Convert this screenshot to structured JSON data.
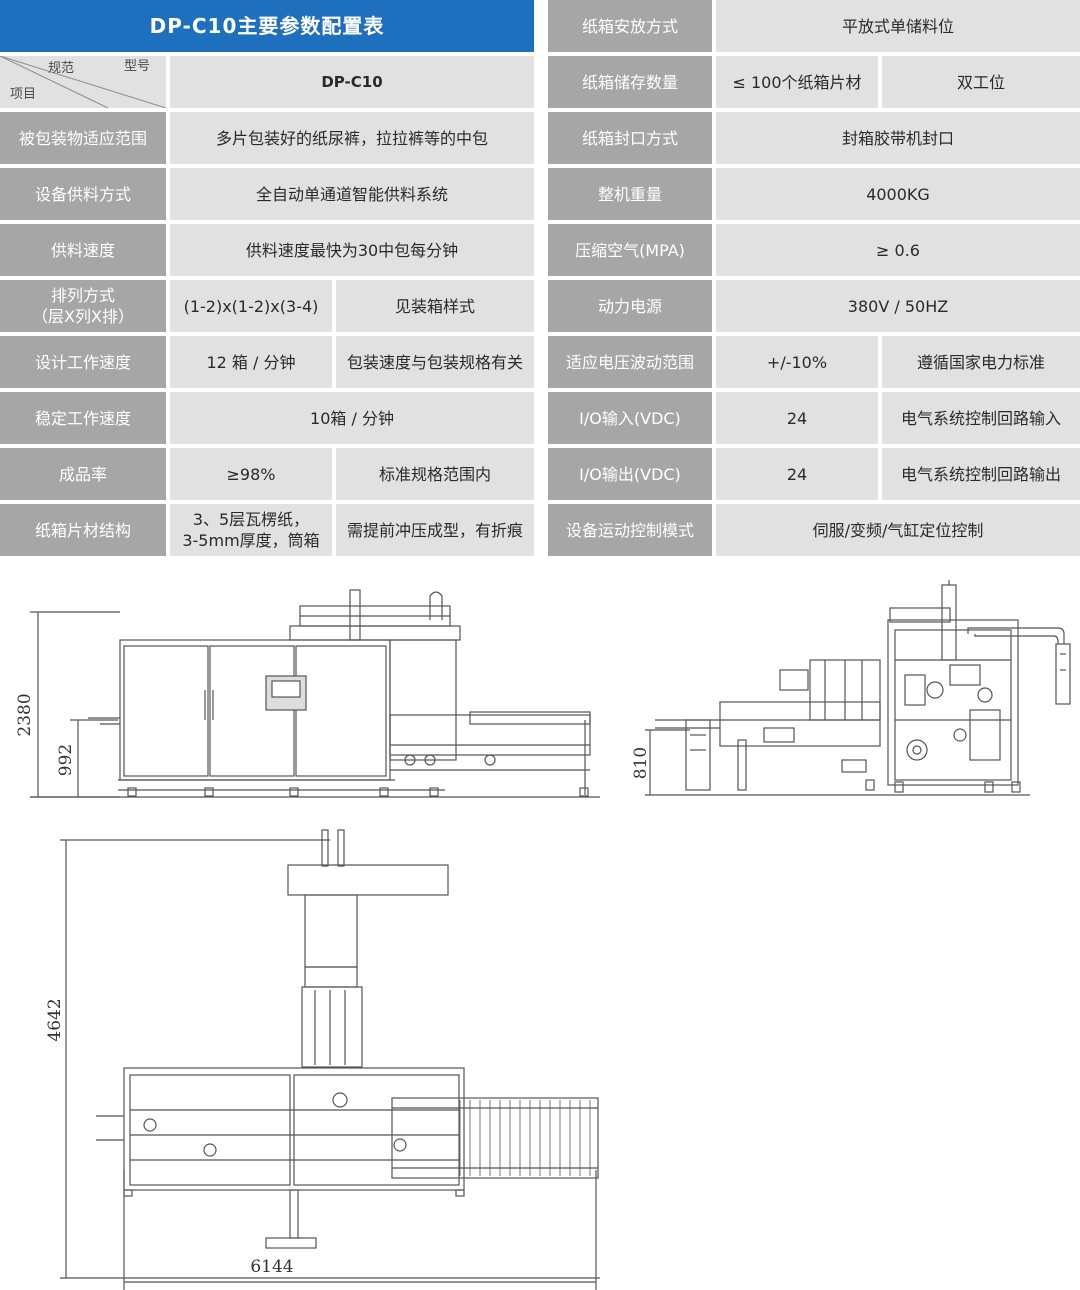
{
  "table": {
    "title": "DP-C10主要参数配置表",
    "corner": {
      "spec": "规范",
      "model": "型号",
      "item": "项目"
    },
    "model": "DP-C10",
    "left": [
      {
        "label": "被包装物适应范围",
        "values": [
          "多片包装好的纸尿裤，拉拉裤等的中包"
        ]
      },
      {
        "label": "设备供料方式",
        "values": [
          "全自动单通道智能供料系统"
        ]
      },
      {
        "label": "供料速度",
        "values": [
          "供料速度最快为30中包每分钟"
        ]
      },
      {
        "label": "排列方式\n（层X列X排）",
        "values": [
          "(1-2)x(1-2)x(3-4)",
          "见装箱样式"
        ]
      },
      {
        "label": "设计工作速度",
        "values": [
          "12 箱 / 分钟",
          "包装速度与包装规格有关"
        ]
      },
      {
        "label": "稳定工作速度",
        "values": [
          "10箱 / 分钟"
        ]
      },
      {
        "label": "成品率",
        "values": [
          "≥98%",
          "标准规格范围内"
        ]
      },
      {
        "label": "纸箱片材结构",
        "values": [
          "3、5层瓦楞纸，\n3-5mm厚度，筒箱",
          "需提前冲压成型，有折痕"
        ]
      }
    ],
    "right": [
      {
        "label": "纸箱安放方式",
        "values": [
          "平放式单储料位"
        ]
      },
      {
        "label": "纸箱储存数量",
        "values": [
          "≤ 100个纸箱片材",
          "双工位"
        ]
      },
      {
        "label": "纸箱封口方式",
        "values": [
          "封箱胶带机封口"
        ]
      },
      {
        "label": "整机重量",
        "values": [
          "4000KG"
        ]
      },
      {
        "label": "压缩空气(MPA)",
        "values": [
          "≥ 0.6"
        ]
      },
      {
        "label": "动力电源",
        "values": [
          "380V / 50HZ"
        ]
      },
      {
        "label": "适应电压波动范围",
        "values": [
          "+/-10%",
          "遵循国家电力标准"
        ]
      },
      {
        "label": "I/O输入(VDC)",
        "values": [
          "24",
          "电气系统控制回路输入"
        ]
      },
      {
        "label": "I/O输出(VDC)",
        "values": [
          "24",
          "电气系统控制回路输出"
        ]
      },
      {
        "label": "设备运动控制模式",
        "values": [
          "伺服/变频/气缸定位控制"
        ]
      }
    ]
  },
  "dimensions": {
    "front_height": "2380",
    "front_table_height": "992",
    "side_table_height": "810",
    "top_length": "4642",
    "top_width": "6144"
  },
  "colors": {
    "header": "#1f6fbf",
    "label": "#a6a6a6",
    "value": "#e1e1e1",
    "line": "#555555"
  }
}
